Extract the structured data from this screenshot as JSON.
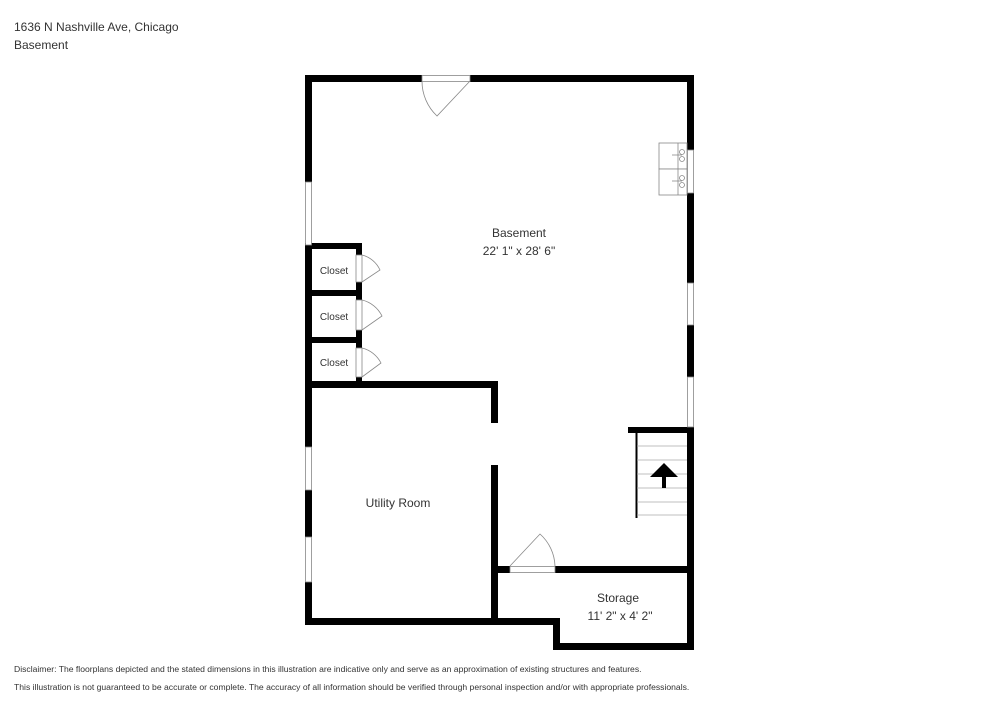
{
  "header": {
    "address": "1636 N Nashville Ave, Chicago",
    "floor_name": "Basement"
  },
  "rooms": [
    {
      "name": "Basement",
      "dimensions": "22' 1\" x 28' 6\""
    },
    {
      "name": "Closet"
    },
    {
      "name": "Closet"
    },
    {
      "name": "Closet"
    },
    {
      "name": "Utility Room"
    },
    {
      "name": "Storage",
      "dimensions": "11' 2\" x 4' 2\""
    }
  ],
  "fixtures": {
    "stairs_direction": "up",
    "sinks": 2
  },
  "colors": {
    "wall": "#000000",
    "background": "#ffffff",
    "fixture_line": "#888888",
    "text": "#333333"
  },
  "disclaimer": {
    "line1": "Disclaimer: The floorplans depicted and the stated dimensions in this illustration are indicative only and serve as an approximation of existing structures and features.",
    "line2": "This illustration is not guaranteed to be accurate or complete. The accuracy of all information should be verified through personal inspection and/or with appropriate professionals."
  }
}
